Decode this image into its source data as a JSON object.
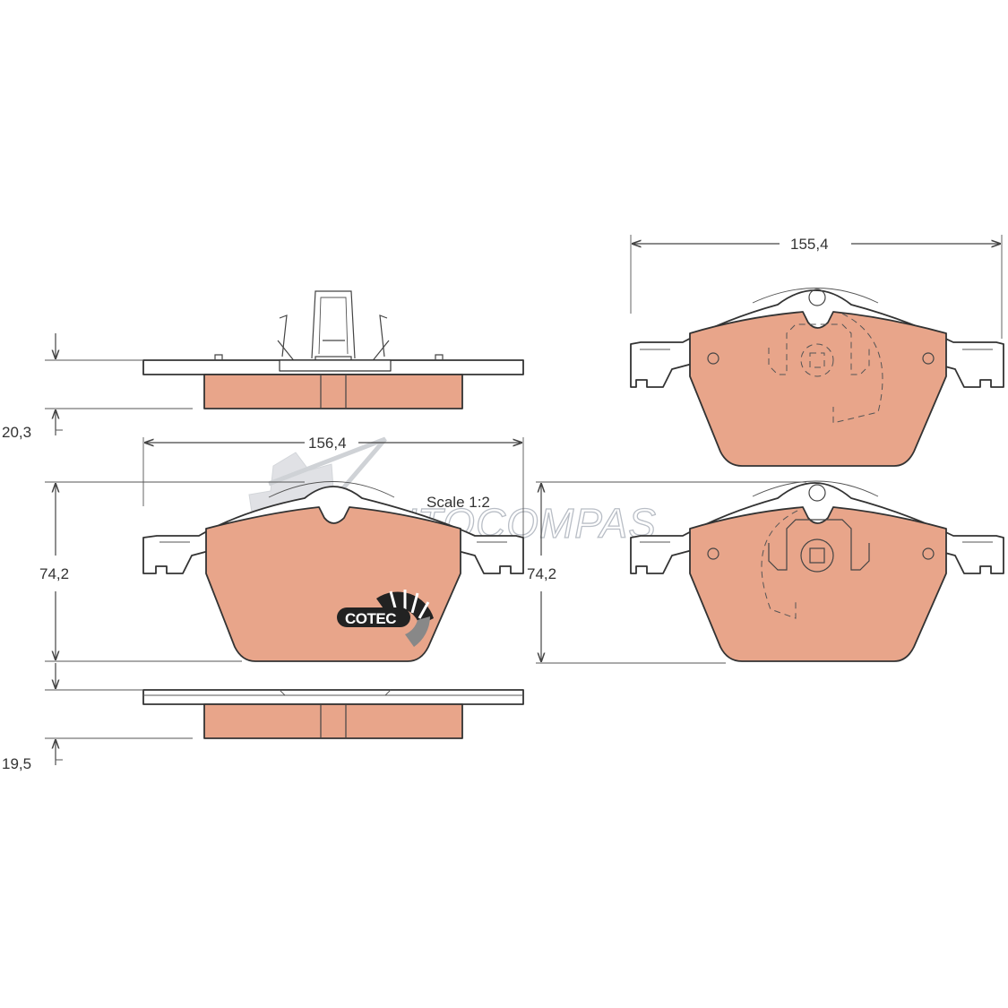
{
  "colors": {
    "friction_material": "#e8a58a",
    "outline": "#333333",
    "dimension_line": "#444444",
    "watermark": "#b9bec6",
    "logo_dark": "#222222"
  },
  "dimensions": {
    "thickness_top": "20,3",
    "thickness_bottom": "19,5",
    "width_left": "156,4",
    "width_right": "155,4",
    "height_left": "74,2",
    "height_right": "74,2"
  },
  "scale_label": "Scale 1:2",
  "logo": {
    "text": "COTEC",
    "icon": "cotec-gauge-logo"
  },
  "watermark": {
    "text": "AUTOCOMPAS",
    "icon": "autocompas-gear-logo"
  }
}
